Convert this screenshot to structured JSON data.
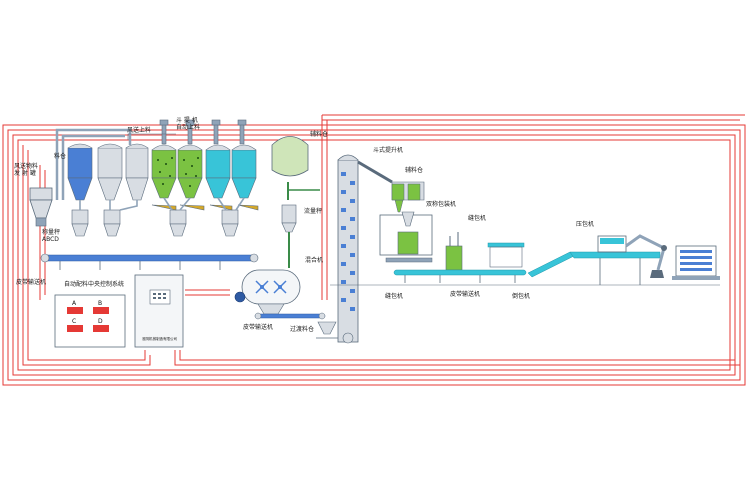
{
  "colors": {
    "signal_wire": "#e53935",
    "hopper_blue": "#4a7fd4",
    "hopper_green": "#7bc242",
    "hopper_cyan": "#38c4d8",
    "hopper_grey": "#d8dde3",
    "steel": "#8fa3b8",
    "frame": "#5a6b7c",
    "tank_green": "#cfe5b9",
    "panel_bg": "#f4f6f8",
    "display_red": "#e53935"
  },
  "labels": {
    "air_spray_tank": "风送物料\n发 射 罐",
    "bin": "料仓",
    "air_feed": "风送上料",
    "bucket_feed": "斗 提 机\n自动上料",
    "weigh_abcd": "称量秤\nABCD",
    "belt_conveyor_left": "皮带输送机",
    "central_control": "自动配料中央控制系统",
    "belt_conveyor_mid": "皮带输送机",
    "mixer": "混合机",
    "buffer_bin": "过渡料仓",
    "fluid_tank": "辅料仓",
    "flow_scale": "流量秤",
    "bucket_elevator": "斗式提升机",
    "storage_bin": "辅料仓",
    "bagging_machine": "双称包装机",
    "sewing_machine": "缝包机",
    "packing_machine": "缝包机",
    "belt_conveyor_right": "皮带输送机",
    "side_turn": "倒包机",
    "bag_press": "压包机"
  },
  "panel": {
    "display_letters": [
      "A",
      "B",
      "C",
      "D"
    ],
    "company_note": "淮阴机械制造有限公司"
  },
  "icons": [
    "valve-icon",
    "motor-icon",
    "robot-arm-icon",
    "pallet-icon"
  ]
}
